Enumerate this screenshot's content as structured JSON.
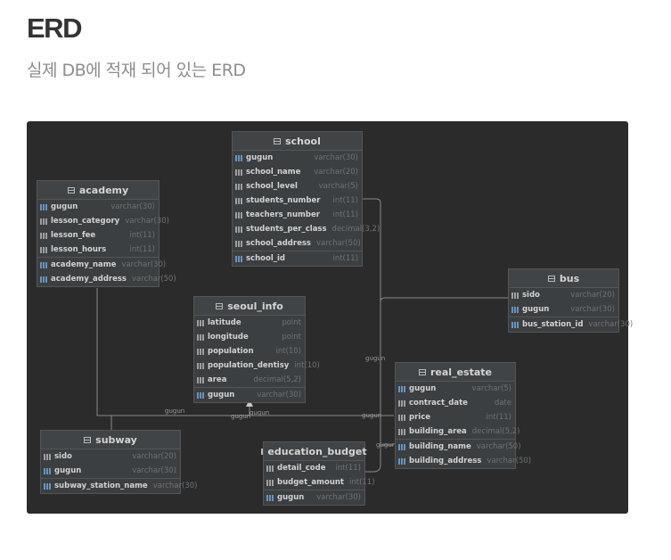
{
  "title": "ERD",
  "subtitle": "실제 DB에 적재 되어 있는 ERD",
  "tables": {
    "school": {
      "name": "school",
      "columns": [
        {
          "name": "gugun",
          "type": "varchar(30)"
        },
        {
          "name": "school_name",
          "type": "varchar(20)"
        },
        {
          "name": "school_level",
          "type": "varchar(5)"
        },
        {
          "name": "students_number",
          "type": "int(11)"
        },
        {
          "name": "teachers_number",
          "type": "int(11)"
        },
        {
          "name": "students_per_class",
          "type": "decimal(3,2)"
        },
        {
          "name": "school_address",
          "type": "varchar(50)"
        },
        {
          "name": "school_id",
          "type": "int(11)"
        }
      ]
    },
    "academy": {
      "name": "academy",
      "columns": [
        {
          "name": "gugun",
          "type": "varchar(30)"
        },
        {
          "name": "lesson_category",
          "type": "varchar(30)"
        },
        {
          "name": "lesson_fee",
          "type": "int(11)"
        },
        {
          "name": "lesson_hours",
          "type": "int(11)"
        },
        {
          "name": "academy_name",
          "type": "varchar(30)"
        },
        {
          "name": "academy_address",
          "type": "varchar(50)"
        }
      ]
    },
    "bus": {
      "name": "bus",
      "columns": [
        {
          "name": "sido",
          "type": "varchar(20)"
        },
        {
          "name": "gugun",
          "type": "varchar(30)"
        },
        {
          "name": "bus_station_id",
          "type": "varchar(30)"
        }
      ]
    },
    "seoul_info": {
      "name": "seoul_info",
      "columns": [
        {
          "name": "latitude",
          "type": "point"
        },
        {
          "name": "longitude",
          "type": "point"
        },
        {
          "name": "population",
          "type": "int(10)"
        },
        {
          "name": "population_dentisy",
          "type": "int(10)"
        },
        {
          "name": "area",
          "type": "decimal(5,2)"
        },
        {
          "name": "gugun",
          "type": "varchar(30)"
        }
      ]
    },
    "real_estate": {
      "name": "real_estate",
      "columns": [
        {
          "name": "gugun",
          "type": "varchar(5)"
        },
        {
          "name": "contract_date",
          "type": "date"
        },
        {
          "name": "price",
          "type": "int(11)"
        },
        {
          "name": "building_area",
          "type": "decimal(5,2)"
        },
        {
          "name": "building_name",
          "type": "varchar(50)"
        },
        {
          "name": "building_address",
          "type": "varchar(50)"
        }
      ]
    },
    "subway": {
      "name": "subway",
      "columns": [
        {
          "name": "sido",
          "type": "varchar(20)"
        },
        {
          "name": "gugun",
          "type": "varchar(30)"
        },
        {
          "name": "subway_station_name",
          "type": "varchar(30)"
        }
      ]
    },
    "education_budget": {
      "name": "education_budget",
      "columns": [
        {
          "name": "detail_code",
          "type": "int(11)"
        },
        {
          "name": "budget_amount",
          "type": "int(11)"
        },
        {
          "name": "gugun",
          "type": "varchar(30)"
        }
      ]
    }
  },
  "edge_labels": {
    "a": "gugun",
    "b": "gugun",
    "c": "gugun",
    "d": "gugun",
    "e": "gugun",
    "f": "gugun"
  }
}
